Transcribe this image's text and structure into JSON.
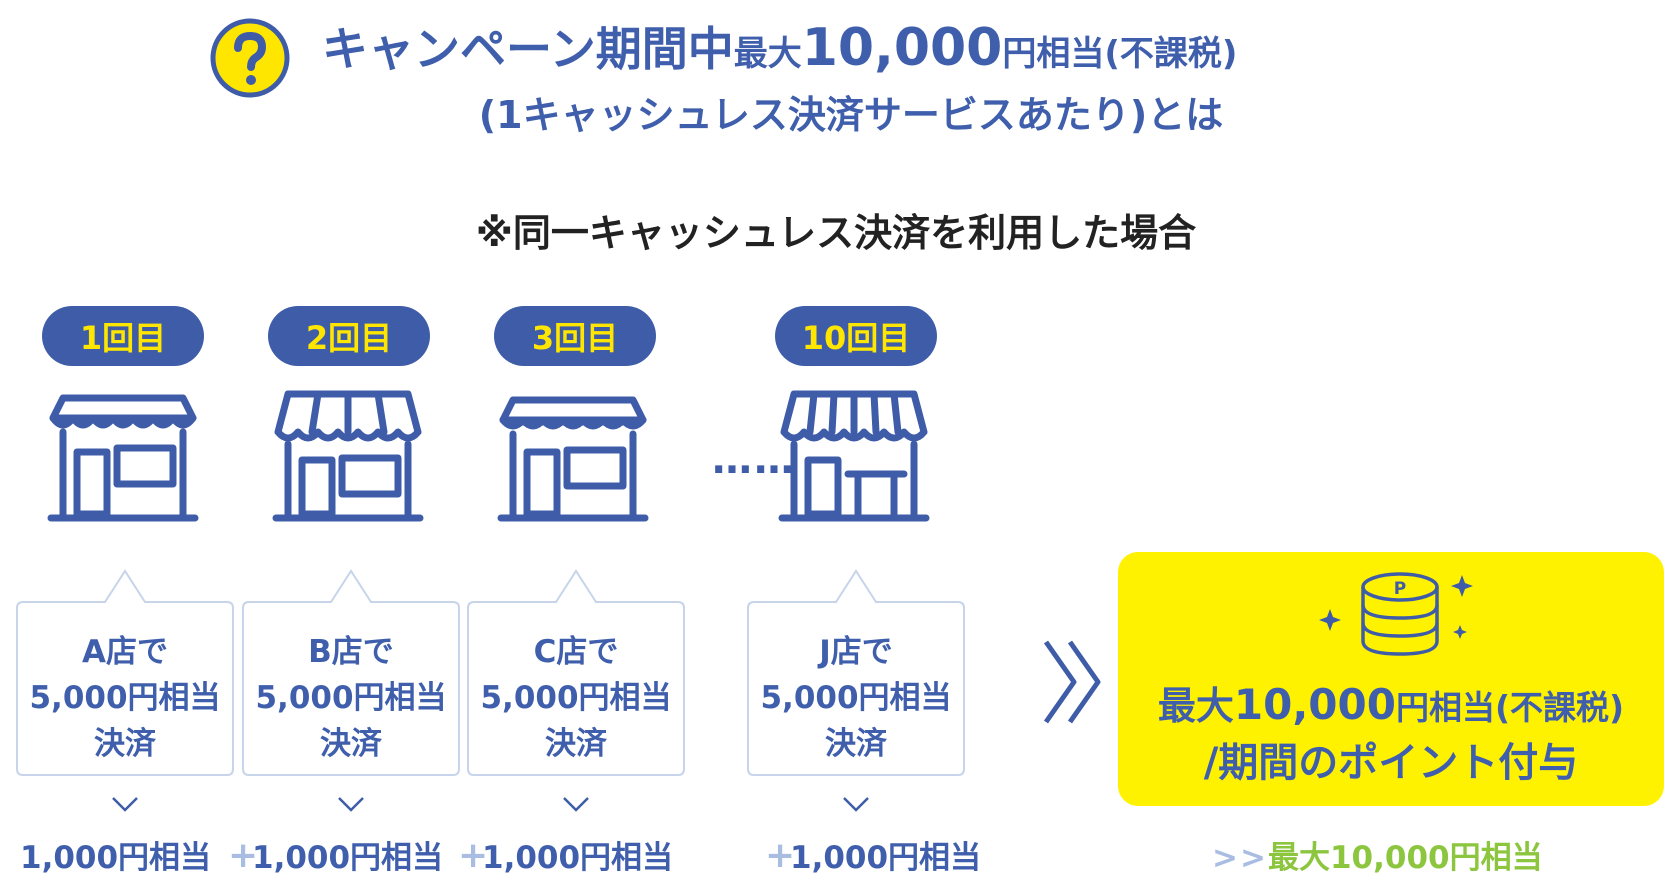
{
  "colors": {
    "primary_blue": "#3f5fac",
    "badge_yellow": "#ffe600",
    "result_yellow": "#fff200",
    "plus_light_blue": "#a9bde2",
    "max_green": "#8cc63f"
  },
  "header": {
    "icon": "question-mark-icon",
    "line1_part1": "キャンペーン期間中",
    "line1_part2": "最大",
    "line1_number": "10,000",
    "line1_part3": "円相当(不課税)",
    "line2": "(1キャッシュレス決済サービスあたり)とは"
  },
  "note": "※同一キャッシュレス決済を利用した場合",
  "visits": [
    {
      "badge": "1回目",
      "store_icon": "store-icon",
      "bubble": [
        "A店で",
        "5,000円相当",
        "決済"
      ],
      "amount": "1,000円相当"
    },
    {
      "badge": "2回目",
      "store_icon": "store-icon",
      "bubble": [
        "B店で",
        "5,000円相当",
        "決済"
      ],
      "amount": "1,000円相当"
    },
    {
      "badge": "3回目",
      "store_icon": "store-icon",
      "bubble": [
        "C店で",
        "5,000円相当",
        "決済"
      ],
      "amount": "1,000円相当"
    },
    {
      "badge": "10回目",
      "store_icon": "store-icon",
      "bubble": [
        "J店で",
        "5,000円相当",
        "決済"
      ],
      "amount": "1,000円相当"
    }
  ],
  "ellipsis": "……",
  "plus_sign": "+",
  "result": {
    "icon": "coin-stack-icon",
    "line1_part1": "最大",
    "line1_number": "10,000",
    "line1_part2": "円相当(不課税)",
    "line2": "/期間のポイント付与"
  },
  "max_note": {
    "arrows": ">>",
    "value": "最大10,000円相当"
  }
}
